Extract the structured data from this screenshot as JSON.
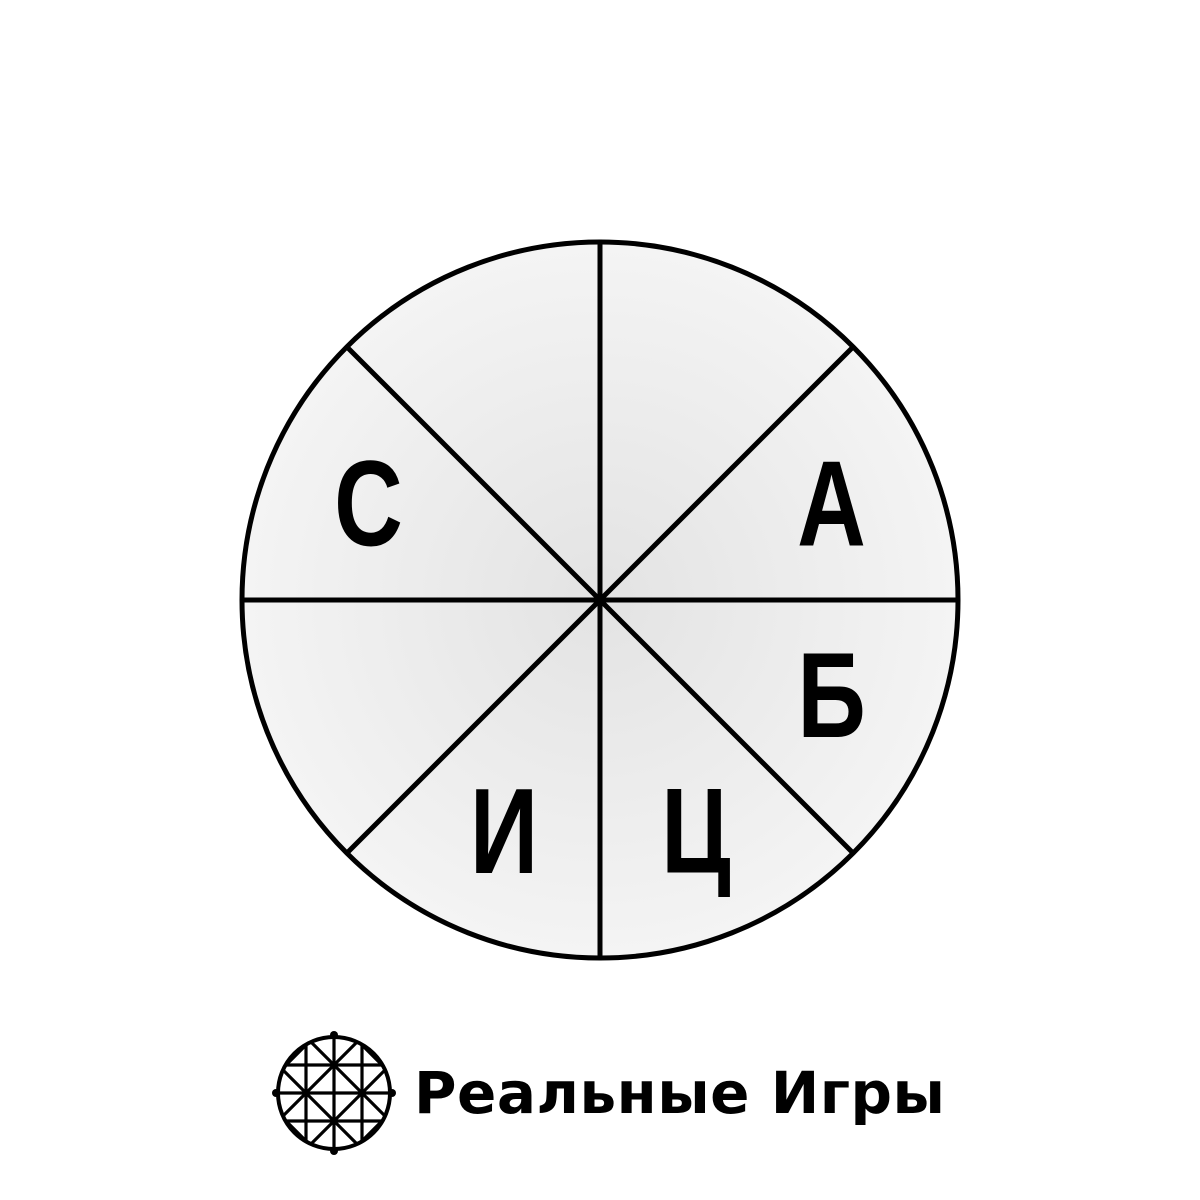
{
  "wheel": {
    "sectors": [
      {
        "letter": "А"
      },
      {
        "letter": ""
      },
      {
        "letter": ""
      },
      {
        "letter": "С"
      },
      {
        "letter": ""
      },
      {
        "letter": "И"
      },
      {
        "letter": "Ц"
      },
      {
        "letter": "Б"
      }
    ],
    "outline_color": "#000000",
    "fill_center_color": "#e3e3e3",
    "fill_edge_color": "#f4f4f4"
  },
  "brand": {
    "logo": "grid-sphere-logo",
    "name": "Реальные Игры"
  }
}
